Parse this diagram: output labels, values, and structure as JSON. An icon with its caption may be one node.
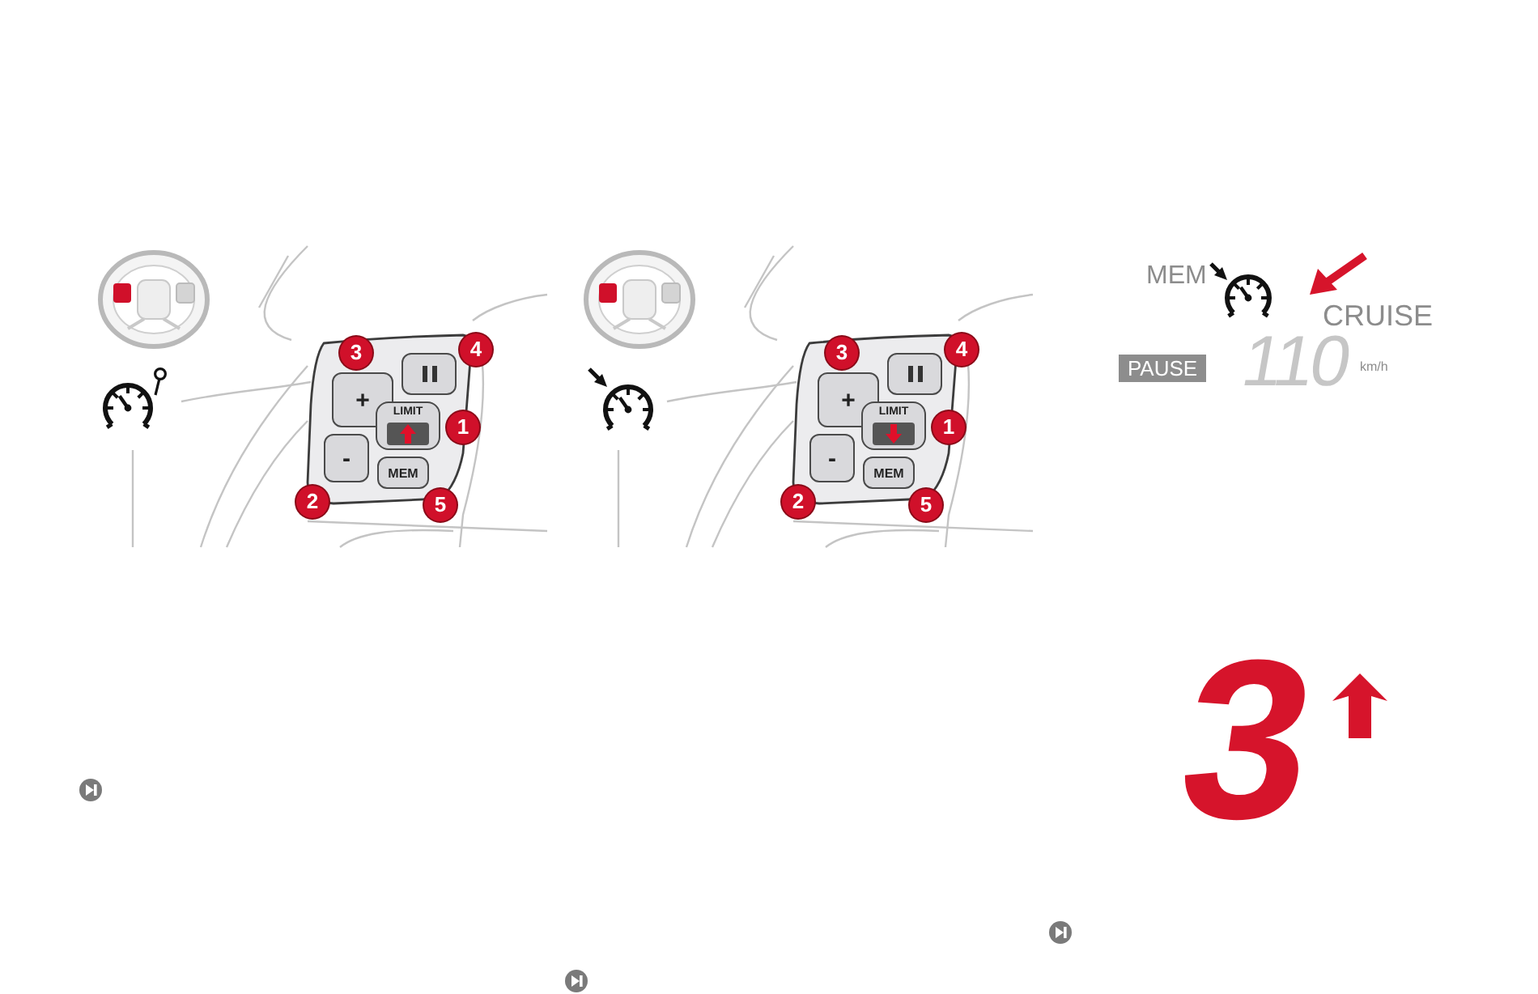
{
  "diagram": {
    "nodes": [
      {
        "text": [
          "+"
        ]
      },
      {
        "text": [],
        "shape": "box"
      },
      {
        "text": [
          "LIMIT"
        ]
      },
      {
        "text": [
          "-"
        ]
      },
      {
        "text": [
          "MEM"
        ]
      },
      {
        "text": [
          "+"
        ]
      },
      {
        "text": [],
        "shape": "box"
      },
      {
        "text": [
          "LIMIT"
        ]
      },
      {
        "text": [
          "-"
        ]
      },
      {
        "text": [
          "MEM"
        ]
      },
      {
        "text": [
          "PAUSE"
        ]
      }
    ],
    "labels": [
      "3",
      "4",
      "1",
      "2",
      "5",
      "3",
      "4",
      "1",
      "2",
      "5",
      "MEM",
      "CRUISE",
      "110",
      "km/h",
      "3"
    ]
  }
}
